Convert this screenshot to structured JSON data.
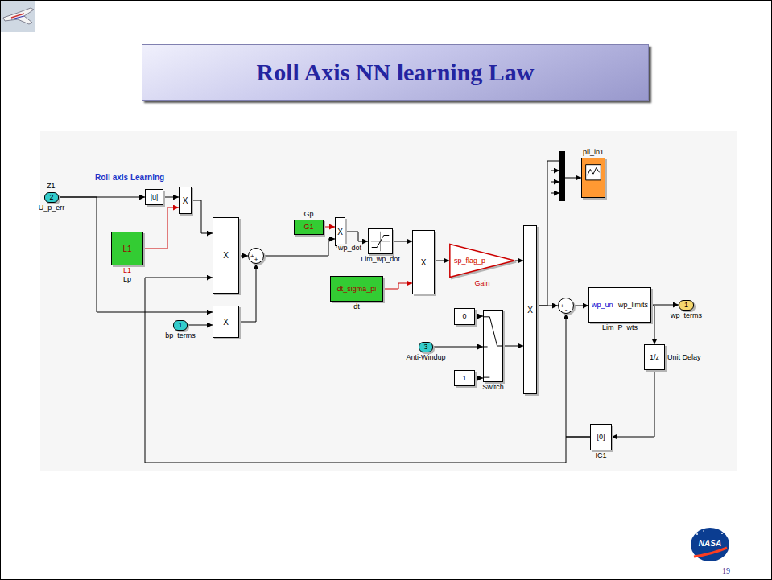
{
  "diagram": {
    "title": "Roll Axis NN learning Law",
    "nodes": [
      {
        "text": [
          "2",
          "U_p_err"
        ]
      },
      {
        "text": [
          "|u|"
        ]
      },
      {
        "text": [
          "X"
        ]
      },
      {
        "text": [
          "L1",
          "L1",
          "Lp"
        ]
      },
      {
        "text": [
          "X"
        ]
      },
      {
        "text": [
          "1",
          "bp_terms"
        ]
      },
      {
        "text": [
          "X"
        ]
      },
      {
        "text": [
          "+",
          "+"
        ]
      },
      {
        "text": [
          "Gp",
          "G1"
        ]
      },
      {
        "text": [
          "X"
        ]
      },
      {
        "text": [
          "Lim_wp_dot"
        ]
      },
      {
        "text": [
          "dt_sigma_pi",
          "dt"
        ]
      },
      {
        "text": [
          "X"
        ]
      },
      {
        "text": [
          "sp_flag_p",
          "Gain"
        ]
      },
      {
        "text": [
          "0"
        ]
      },
      {
        "text": [
          "3",
          "Anti-Windup"
        ]
      },
      {
        "text": [
          "1"
        ]
      },
      {
        "text": [
          "Switch"
        ]
      },
      {
        "text": [
          "X"
        ]
      },
      {
        "text": [
          "pil_in1"
        ]
      },
      {
        "text": [
          "+",
          "-"
        ]
      },
      {
        "text": [
          "wp_un",
          "wp_limits",
          "Lim_P_wts"
        ]
      },
      {
        "text": [
          "1",
          "wp_terms"
        ]
      },
      {
        "text": [
          "1/z",
          "Unit Delay"
        ]
      },
      {
        "text": [
          "[0]",
          "IC1"
        ]
      }
    ],
    "edges": [
      {
        "from": 0,
        "to": 1,
        "arrow": "to"
      },
      {
        "from": 1,
        "to": 2,
        "arrow": "to"
      },
      {
        "from": 3,
        "to": 2,
        "arrow": "to"
      },
      {
        "from": 2,
        "to": 4,
        "arrow": "to"
      },
      {
        "from": 24,
        "to": 4,
        "arrow": "to"
      },
      {
        "from": 0,
        "to": 6,
        "arrow": "to"
      },
      {
        "from": 5,
        "to": 6,
        "arrow": "to"
      },
      {
        "from": 4,
        "to": 7,
        "arrow": "to"
      },
      {
        "from": 6,
        "to": 7,
        "arrow": "to"
      },
      {
        "from": 8,
        "to": 9,
        "arrow": "to"
      },
      {
        "from": 7,
        "to": 9,
        "arrow": "to"
      },
      {
        "from": 9,
        "to": 10,
        "label": "wp_dot",
        "arrow": "to"
      },
      {
        "from": 10,
        "to": 12,
        "arrow": "to"
      },
      {
        "from": 11,
        "to": 12,
        "arrow": "to"
      },
      {
        "from": 12,
        "to": 13,
        "arrow": "to"
      },
      {
        "from": 13,
        "to": 18,
        "arrow": "to"
      },
      {
        "from": 14,
        "to": 17,
        "arrow": "to"
      },
      {
        "from": 15,
        "to": 17,
        "arrow": "to"
      },
      {
        "from": 16,
        "to": 17,
        "arrow": "to"
      },
      {
        "from": 17,
        "to": 18,
        "arrow": "to"
      },
      {
        "from": 18,
        "to": 19,
        "arrow": "to"
      },
      {
        "from": 18,
        "to": 20,
        "arrow": "to"
      },
      {
        "from": 20,
        "to": 21,
        "arrow": "to"
      },
      {
        "from": 21,
        "to": 22,
        "arrow": "to"
      },
      {
        "from": 21,
        "to": 23,
        "arrow": "to"
      },
      {
        "from": 23,
        "to": 24,
        "arrow": "to"
      },
      {
        "from": 24,
        "to": 20,
        "arrow": "to"
      }
    ],
    "labels": [
      "Roll axis Learning",
      "Z1",
      "NASA",
      "19"
    ]
  }
}
